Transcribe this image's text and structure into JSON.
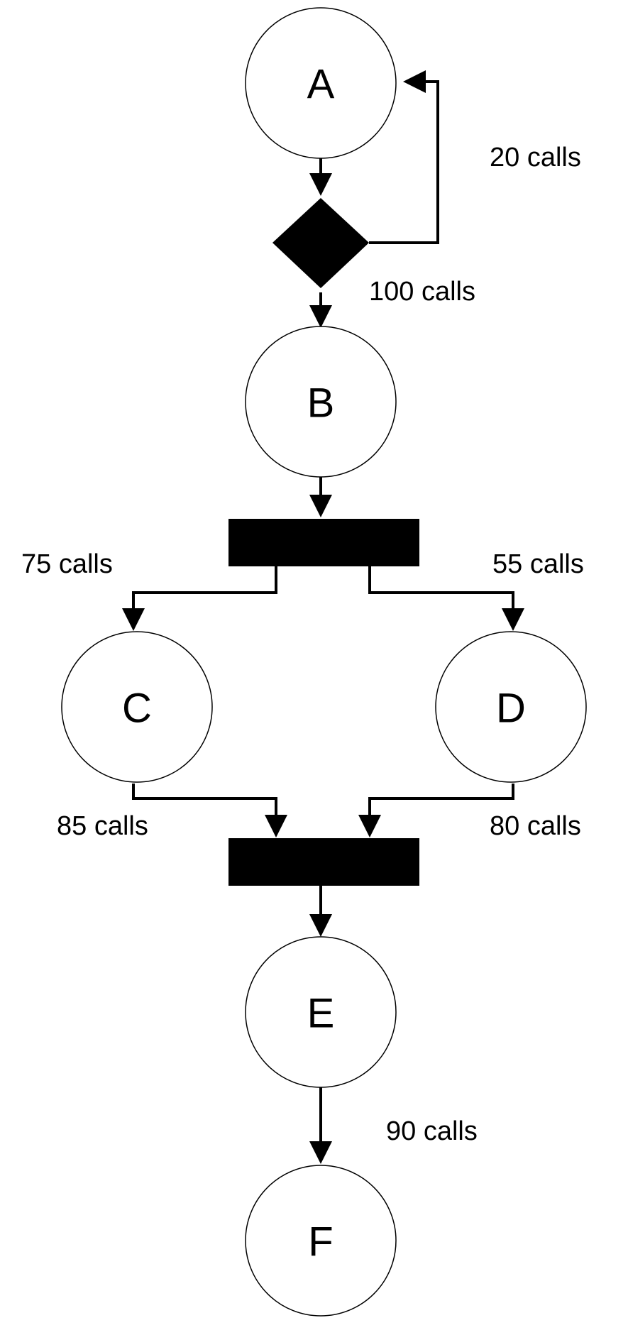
{
  "nodes": {
    "a": "A",
    "b": "B",
    "c": "C",
    "d": "D",
    "e": "E",
    "f": "F"
  },
  "edges": {
    "loop_a": "20 calls",
    "a_to_b": "100 calls",
    "fork_to_c": "75 calls",
    "fork_to_d": "55 calls",
    "c_to_join": "85 calls",
    "d_to_join": "80 calls",
    "e_to_f": "90 calls"
  },
  "colors": {
    "stroke": "#000000",
    "node_fill": "#ffffff",
    "bar_fill": "#000000"
  }
}
